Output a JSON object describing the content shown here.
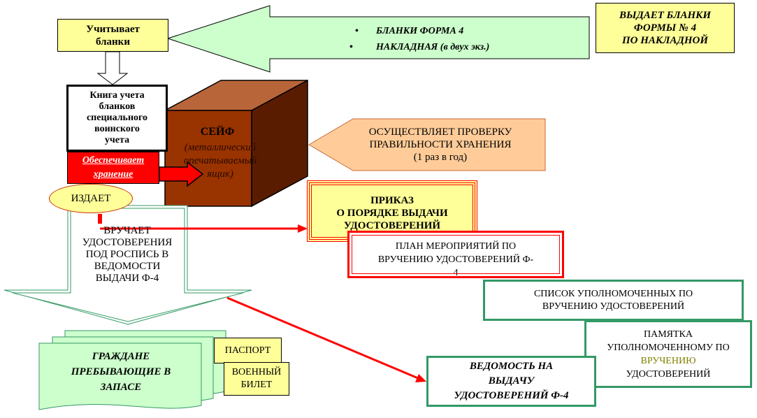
{
  "top_arrow": {
    "items": [
      "БЛАНКИ ФОРМА 4",
      "НАКЛАДНАЯ (в двух экз.)"
    ],
    "bullet": "•"
  },
  "issuer": {
    "lines": [
      "ВЫДАЕТ БЛАНКИ",
      "ФОРМЫ № 4",
      "ПО НАКЛАДНОЙ"
    ]
  },
  "accounts": {
    "lines": [
      "Учитывает",
      "бланки"
    ]
  },
  "ledger": {
    "lines": [
      "Книга учета",
      "бланков",
      "специального",
      "воинского",
      "учета"
    ]
  },
  "storage": {
    "lines": [
      "Обеспечивает",
      "хранение"
    ]
  },
  "safe": {
    "title": "СЕЙФ",
    "subtitle": [
      "(металлический",
      "опечатываемый",
      "ящик)"
    ],
    "colors": {
      "front": "#993300",
      "top": "#b9653a",
      "side": "#5a1c00"
    }
  },
  "check": {
    "lines": [
      "ОСУЩЕСТВЛЯЕТ ПРОВЕРКУ",
      "ПРАВИЛЬНОСТИ ХРАНЕНИЯ",
      "(1 раз в год)"
    ]
  },
  "issues": {
    "label": "ИЗДАЕТ"
  },
  "order": {
    "lines": [
      "ПРИКАЗ",
      "О ПОРЯДКЕ ВЫДАЧИ",
      "УДОСТОВЕРЕНИЙ"
    ]
  },
  "plan": {
    "lines": [
      "ПЛАН МЕРОПРИЯТИЙ ПО",
      "ВРУЧЕНИЮ УДОСТОВЕРЕНИЙ Ф-",
      "4"
    ]
  },
  "hands_over": {
    "lines": [
      "ВРУЧАЕТ",
      "УДОСТОВЕРЕНИЯ",
      "ПОД РОСПИСЬ В",
      "ВЕДОМОСТИ",
      "ВЫДАЧИ Ф-4"
    ]
  },
  "list": {
    "lines": [
      "СПИСОК УПОЛНОМОЧЕННЫХ ПО",
      "ВРУЧЕНИЮ УДОСТОВЕРЕНИЙ"
    ]
  },
  "memo": {
    "lines": [
      "ПАМЯТКА",
      "УПОЛНОМОЧЕННОМУ ПО",
      "ВРУЧЕНИЮ",
      "УДОСТОВЕРЕНИЙ"
    ]
  },
  "citizens": {
    "lines": [
      "ГРАЖДАНЕ",
      "ПРЕБЫВАЮЩИЕ В",
      "ЗАПАСЕ"
    ]
  },
  "passport": {
    "label": "ПАСПОРТ"
  },
  "military_id": {
    "lines": [
      "ВОЕННЫЙ",
      "БИЛЕТ"
    ]
  },
  "statement": {
    "lines": [
      "ВЕДОМОСТЬ НА",
      "ВЫДАЧУ",
      "УДОСТОВЕРЕНИЙ Ф-4"
    ]
  },
  "colors": {
    "yellow": "#ffff99",
    "green": "#ccffcc",
    "green_border": "#339966",
    "red": "#ff0000",
    "peach": "#ffcc99",
    "olive_text": "#808000"
  }
}
